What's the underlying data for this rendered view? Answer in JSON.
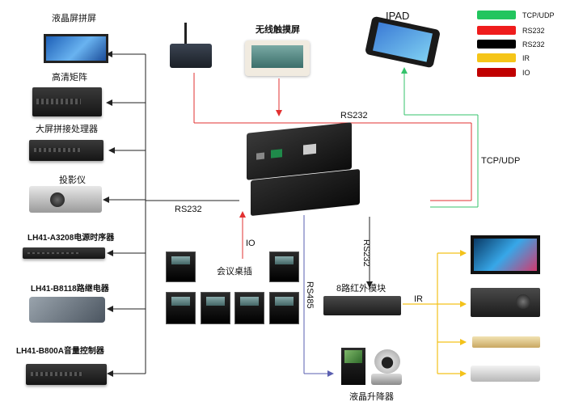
{
  "left_devices": {
    "lcd_wall": "液晶屏拼屏",
    "hd_matrix": "高清矩阵",
    "splice_processor": "大屏拼接处理器",
    "projector": "投影仪",
    "power_sequencer": "LH41-A3208电源时序器",
    "relay": "LH41-B8118路继电器",
    "volume_controller": "LH41-B800A音量控制器"
  },
  "top_devices": {
    "touch_screen": "无线触摸屏",
    "ipad": "IPAD"
  },
  "legend": [
    {
      "label": "TCP/UDP",
      "color": "#22c55e"
    },
    {
      "label": "RS232",
      "color": "#ef1c1c"
    },
    {
      "label": "RS232",
      "color": "#000000"
    },
    {
      "label": "IR",
      "color": "#f5c518"
    },
    {
      "label": "IO",
      "color": "#c00000"
    }
  ],
  "connections": {
    "rs232_top": "RS232",
    "rs232_left": "RS232",
    "tcp_udp": "TCP/UDP",
    "io": "IO",
    "rs232_down": "RS232",
    "rs485": "RS485",
    "ir": "IR"
  },
  "bottom_devices": {
    "conference_socket": "会议桌插",
    "ir_module": "8路红外模块",
    "lcd_lift": "液晶升降器"
  },
  "colors": {
    "red": "#ef2b2b",
    "green": "#34c36b",
    "black": "#222222",
    "yellow": "#f3c21a",
    "purple": "#5a5fb0"
  }
}
